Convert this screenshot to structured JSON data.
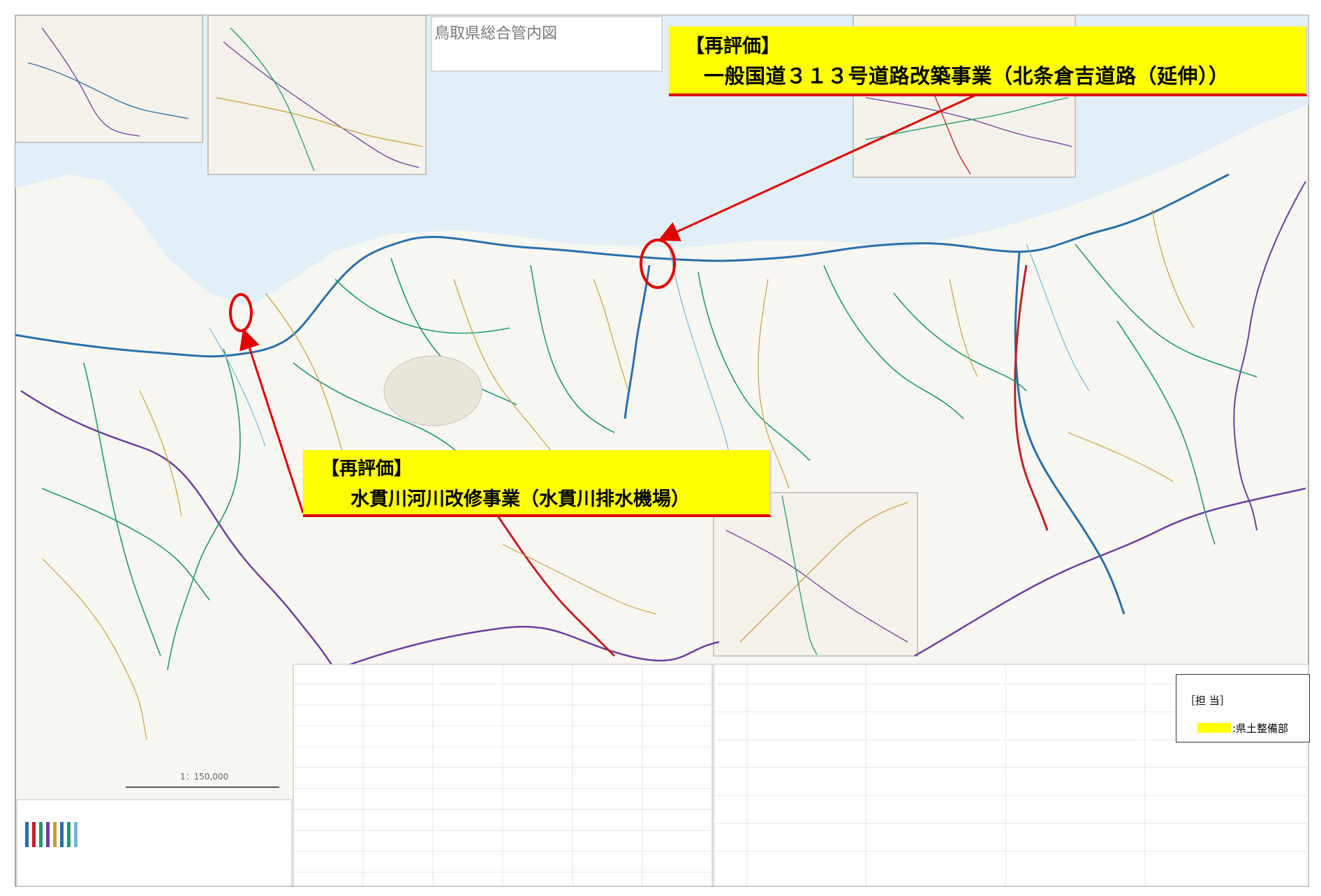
{
  "map": {
    "title": "鳥取県総合管内図",
    "scale": "1：150,000",
    "colors": {
      "sea": "#e3eff7",
      "land": "#f8f7f2",
      "national_road": "#2a6fa8",
      "prefectural_road": "#1f9a6a",
      "local_road": "#c8a03a",
      "boundary": "#6b3f9c",
      "expressway": "#c0202a",
      "highlight": "#ffff00",
      "marker": "#e00000"
    }
  },
  "callouts": [
    {
      "tag": "【再評価】",
      "project": "一般国道３１３号道路改築事業（北条倉吉道路（延伸））"
    },
    {
      "tag": "【再評価】",
      "project": "水貫川河川改修事業（水貫川排水機場）"
    }
  ],
  "legend": {
    "title": "［担 当］",
    "items": [
      {
        "label": ":県土整備部",
        "color": "#ffff00"
      }
    ]
  }
}
